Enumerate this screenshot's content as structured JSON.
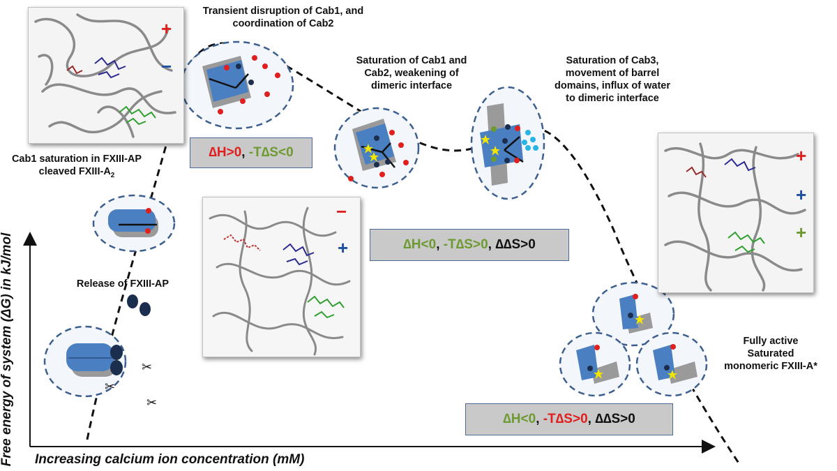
{
  "axes": {
    "x_label": "Increasing calcium ion concentration (mM)",
    "y_label": "Free energy of system (ΔG) in kJ/mol"
  },
  "labels": {
    "transient": [
      "Transient disruption of Cab1, and",
      "coordination of Cab2"
    ],
    "saturation12": [
      "Saturation of Cab1 and",
      "Cab2, weakening of",
      "dimeric interface"
    ],
    "saturation3": [
      "Saturation of Cab3,",
      "movement of barrel",
      "domains, influx of water",
      "to dimeric interface"
    ],
    "cab1": [
      "Cab1 saturation in FXIII-AP",
      "cleaved FXIII-A"
    ],
    "cab1_subscript": "2",
    "release": "Release of FXIII-AP",
    "fully_active": [
      "Fully active",
      "Saturated",
      "monomeric FXIII-A*"
    ]
  },
  "energy_boxes": [
    {
      "name": "energy-box-1",
      "parts": [
        {
          "text": "∆H>0",
          "color": "red"
        },
        {
          "text": ", ",
          "color": "black"
        },
        {
          "text": "-T∆S<0",
          "color": "green"
        }
      ]
    },
    {
      "name": "energy-box-2",
      "parts": [
        {
          "text": "∆H<0",
          "color": "green"
        },
        {
          "text": ", ",
          "color": "black"
        },
        {
          "text": "-T∆S>0",
          "color": "green"
        },
        {
          "text": ", ∆∆S>0",
          "color": "black"
        }
      ]
    },
    {
      "name": "energy-box-3",
      "parts": [
        {
          "text": "∆H<0",
          "color": "green"
        },
        {
          "text": ", ",
          "color": "black"
        },
        {
          "text": "-T∆S>0",
          "color": "red"
        },
        {
          "text": ", ∆∆S>0",
          "color": "black"
        }
      ]
    }
  ],
  "signs": {
    "plus": "+",
    "minus": "−"
  },
  "colors": {
    "barrel_blue": "#4a7fc1",
    "grey_shape": "#9a9a9a",
    "ion_red": "#e0201f",
    "ion_navy": "#1c2e4e",
    "ion_cyan": "#28b5e6",
    "star_yellow": "#f2e600",
    "ellipse_border": "#3d5f8f",
    "box_fill": "#c9c9c9",
    "text_red": "#e0201f",
    "text_green": "#6e9a32"
  }
}
